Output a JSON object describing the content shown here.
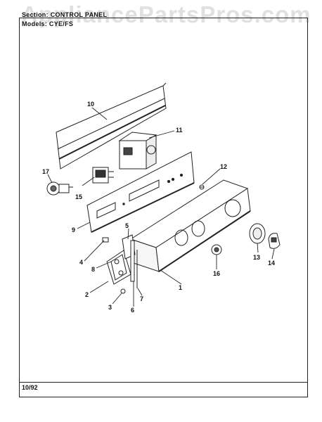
{
  "header": {
    "section_line": "Section: CONTROL PANEL",
    "model_line": "Models: CYE/FS"
  },
  "watermark": "AppliancePartsPros.com",
  "footer": {
    "date": "10/92"
  },
  "callouts": {
    "c1": "1",
    "c2": "2",
    "c3": "3",
    "c4": "4",
    "c5": "5",
    "c6": "6",
    "c7": "7",
    "c8": "8",
    "c9": "9",
    "c10": "10",
    "c11": "11",
    "c12": "12",
    "c13": "13",
    "c14": "14",
    "c15": "15",
    "c16": "16",
    "c17": "17"
  }
}
